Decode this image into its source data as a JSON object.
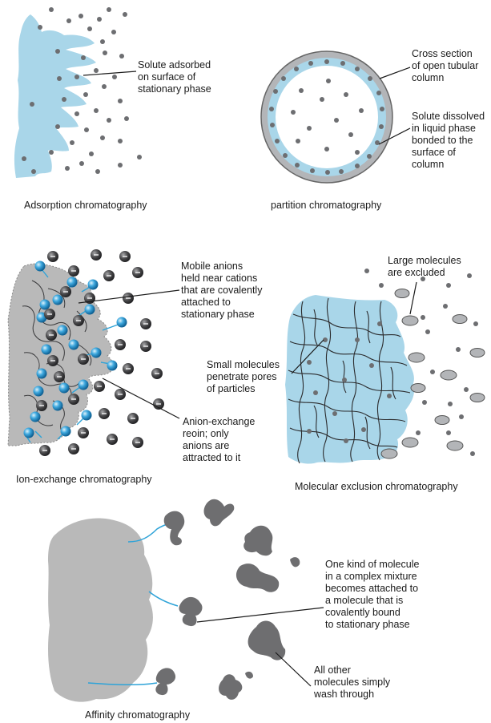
{
  "panels": {
    "adsorption": {
      "caption": "Adsorption chromatography",
      "label": [
        "Solute adsorbed",
        "on surface of",
        "stationary phase"
      ]
    },
    "partition": {
      "caption": "partition chromatography",
      "label_top": [
        "Cross section",
        "of open tubular",
        "column"
      ],
      "label_bottom": [
        "Solute dissolved",
        "in liquid phase",
        "bonded to the",
        "surface of",
        "column"
      ]
    },
    "ion_exchange": {
      "caption": "Ion-exchange chromatography",
      "label_top": [
        "Mobile anions",
        "held near cations",
        "that are covalently",
        "attached to",
        "stationary phase"
      ],
      "label_bottom": [
        "Anion-exchange",
        "reoin; only",
        "anions are",
        "attracted to it"
      ]
    },
    "molecular_exclusion": {
      "caption": "Molecular exclusion chromatography",
      "label_top": [
        "Large molecules",
        "are excluded"
      ],
      "label_left": [
        "Small molecules",
        "penetrate pores",
        "of particles"
      ]
    },
    "affinity": {
      "caption": "Affinity chromatography",
      "label_top": [
        "One kind of molecule",
        "in a complex mixture",
        "becomes attached to",
        "a molecule that is",
        "covalently bound",
        "to stationary phase"
      ],
      "label_bottom": [
        "All other",
        "molecules simply",
        "wash through"
      ]
    }
  },
  "colors": {
    "stationary_blue": "#a9d6e9",
    "resin_gray": "#b9b9b9",
    "dot_gray": "#6d6e71",
    "anion_dark": "#4d4d4f",
    "cation_blue": "#1e88c7",
    "tether_blue": "#2ea3d8",
    "molecule_dark": "#6e6e70"
  }
}
